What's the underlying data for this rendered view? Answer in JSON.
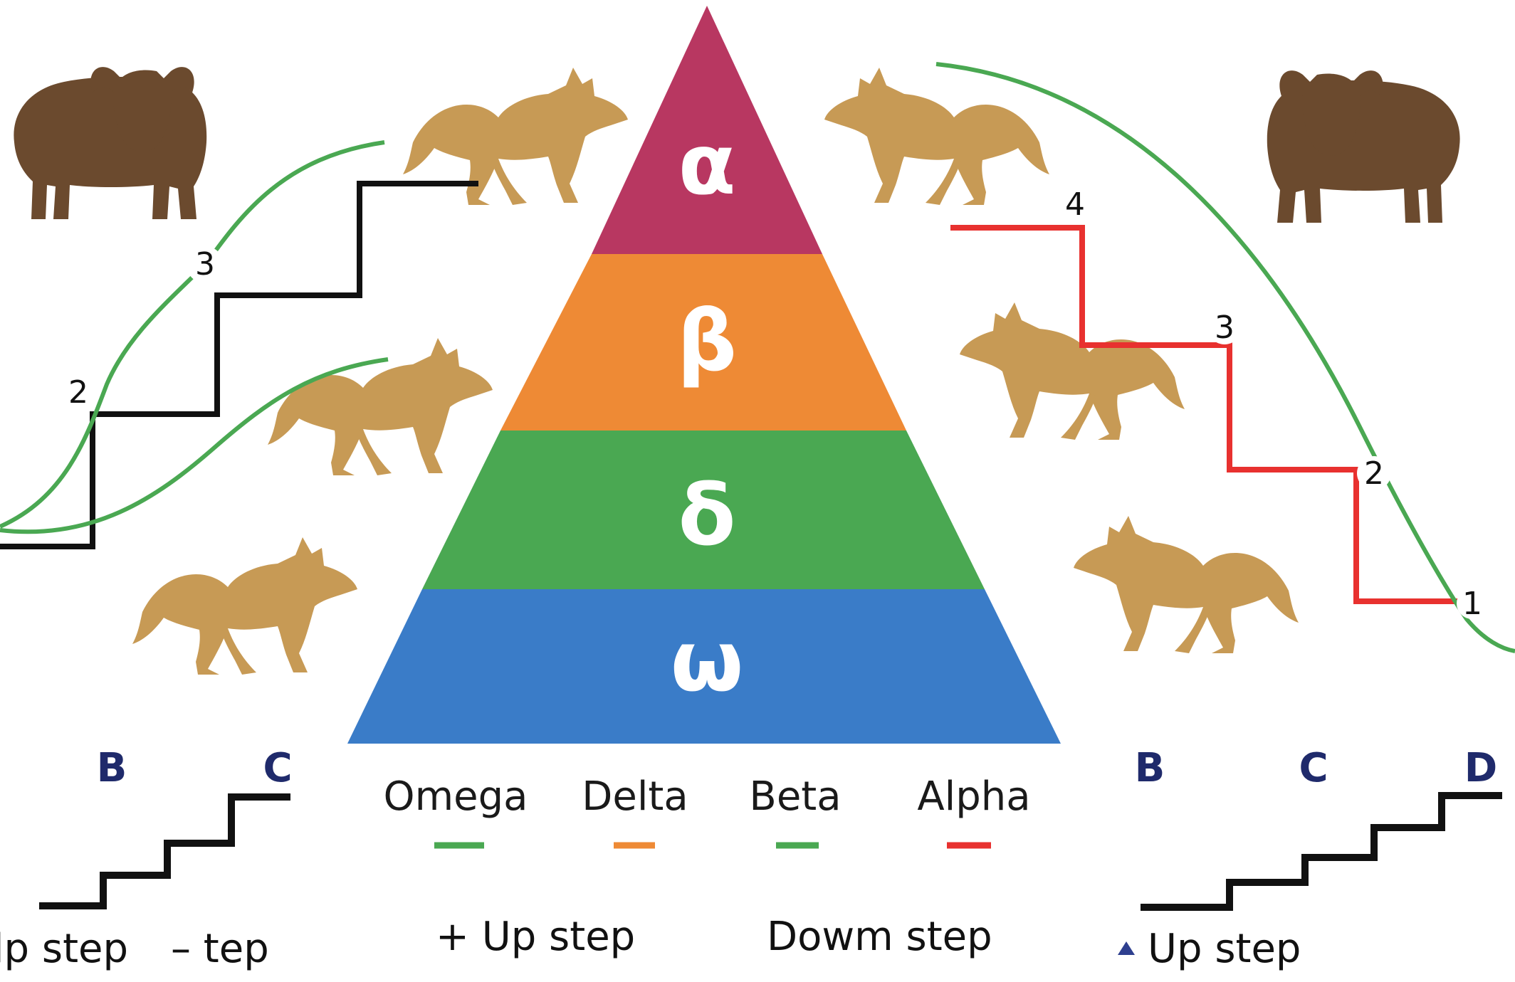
{
  "pyramid": {
    "levels": [
      {
        "symbol": "α",
        "color": "#b83761"
      },
      {
        "symbol": "β",
        "color": "#ee8a35"
      },
      {
        "symbol": "δ",
        "color": "#4aa852"
      },
      {
        "symbol": "ω",
        "color": "#3a7cc8"
      }
    ]
  },
  "legend": {
    "items": [
      {
        "label": "Omega",
        "color": "#4aa852"
      },
      {
        "label": "Delta",
        "color": "#ee8a35"
      },
      {
        "label": "Beta",
        "color": "#4aa852"
      },
      {
        "label": "Alpha",
        "color": "#e8312f"
      }
    ]
  },
  "left_chart": {
    "step_labels": [
      "2",
      "3"
    ],
    "line_color": "#4aa852",
    "stair_color": "#111111"
  },
  "right_chart": {
    "step_labels": [
      "4",
      "3",
      "2",
      "1"
    ],
    "line_color": "#4aa852",
    "stair_color": "#e8312f"
  },
  "bottom_left": {
    "letters": [
      "B",
      "C"
    ],
    "captions": [
      "lp step",
      "– tep"
    ]
  },
  "bottom_center": {
    "captions": [
      "+ Up step",
      "Dowm step"
    ]
  },
  "bottom_right": {
    "letters": [
      "B",
      "C",
      "D"
    ],
    "caption": "Up step",
    "marker_color": "#2e3f8f"
  },
  "animals": {
    "buffalo_color": "#6b4a2e",
    "wolf_color": "#c79a55"
  }
}
